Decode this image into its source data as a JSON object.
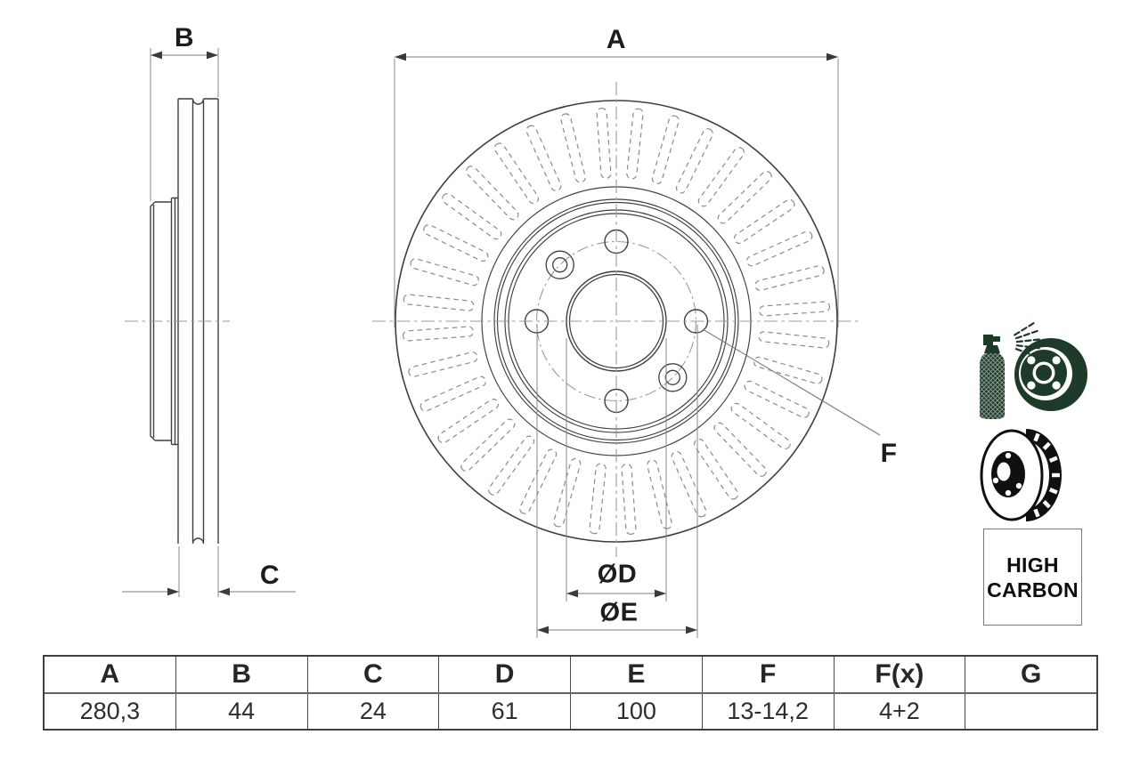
{
  "drawing": {
    "labels": {
      "a": "A",
      "b": "B",
      "c": "C",
      "f": "F",
      "dia_d": "ØD",
      "dia_e": "ØE"
    }
  },
  "badge": {
    "line1": "HIGH",
    "line2": "CARBON"
  },
  "icons": {
    "spray": "coated-disc-spray-icon",
    "vented": "vented-brake-disc-icon"
  },
  "table": {
    "headers": [
      "A",
      "B",
      "C",
      "D",
      "E",
      "F",
      "F(x)",
      "G"
    ],
    "values": [
      "280,3",
      "44",
      "24",
      "61",
      "100",
      "13-14,2",
      "4+2",
      ""
    ]
  },
  "colors": {
    "icon_green": "#1e3b2a",
    "icon_black": "#101010",
    "line_dark": "#3f3f3f",
    "line_dim": "#7d7d7d",
    "centerline": "#9a9a9a",
    "slot": "#8f8f8f"
  }
}
